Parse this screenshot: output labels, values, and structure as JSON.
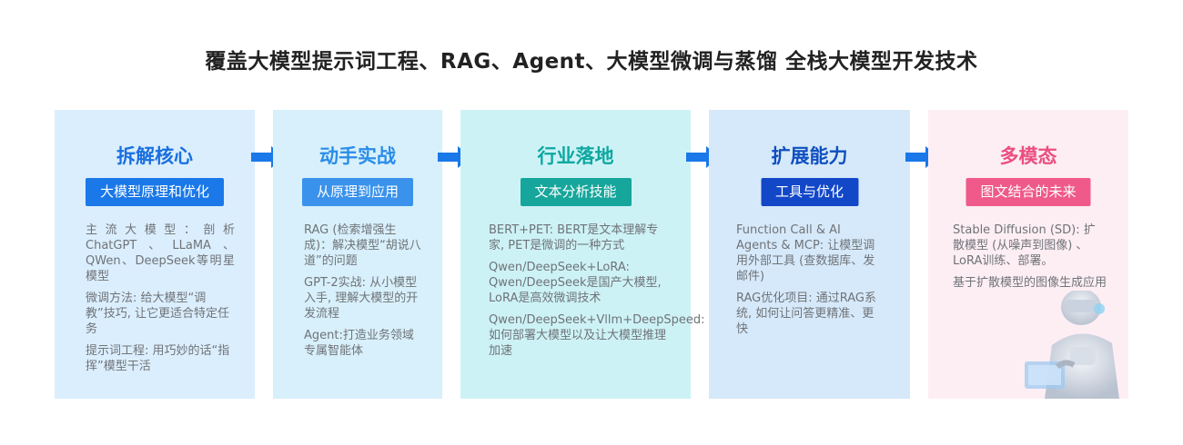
{
  "header": {
    "title": "覆盖大模型提示词工程、RAG、Agent、大模型微调与蒸馏 全栈大模型开发技术"
  },
  "cards": [
    {
      "title": "拆解核心",
      "badge": "大模型原理和优化",
      "items": [
        "主流大模型：剖析ChatGPT、LLaMA、QWen、DeepSeek等明星模型",
        "微调方法: 给大模型“调教”技巧, 让它更适合特定任务",
        "提示词工程: 用巧妙的话“指挥”模型干活"
      ]
    },
    {
      "title": "动手实战",
      "badge": "从原理到应用",
      "items": [
        "RAG (检索增强生成)：解决模型“胡说八道”的问题",
        "GPT-2实战: 从小模型入手, 理解大模型的开发流程",
        "Agent:打造业务领域专属智能体"
      ]
    },
    {
      "title": "行业落地",
      "badge": "文本分析技能",
      "items": [
        "BERT+PET: BERT是文本理解专家, PET是微调的一种方式",
        "Qwen/DeepSeek+LoRA: Qwen/DeepSeek是国产大模型, LoRA是高效微调技术",
        "Qwen/DeepSeek+Vllm+DeepSpeed: 如何部署大模型以及让大模型推理加速"
      ]
    },
    {
      "title": "扩展能力",
      "badge": "工具与优化",
      "items": [
        "Function Call & AI Agents & MCP: 让模型调用外部工具 (查数据库、发邮件)",
        "RAG优化项目: 通过RAG系统, 如何让问答更精准、更快"
      ]
    },
    {
      "title": "多模态",
      "badge": "图文结合的未来",
      "items": [
        "Stable Diffusion (SD): 扩散模型 (从噪声到图像) 、LoRA训练、部署。",
        "基于扩散模型的图像生成应用"
      ]
    }
  ],
  "colors": {
    "arrow": "#1a78e8",
    "card1_bg": "#dbeefd",
    "card1_accent": "#1a6fe0",
    "card1_badge": "#1a78e8",
    "card2_bg": "#d8f0fb",
    "card2_accent": "#2a8de8",
    "card2_badge": "#3a92ec",
    "card3_bg": "#cdf2f6",
    "card3_accent": "#0ca8a0",
    "card3_badge": "#17a69b",
    "card4_bg": "#d6e9fa",
    "card4_accent": "#0f4fc0",
    "card4_badge": "#1247c8",
    "card5_bg": "#fdeef3",
    "card5_accent": "#ec4e80",
    "card5_badge": "#ef5a8a"
  },
  "decorations": {
    "robot_image": "robot-figure"
  }
}
